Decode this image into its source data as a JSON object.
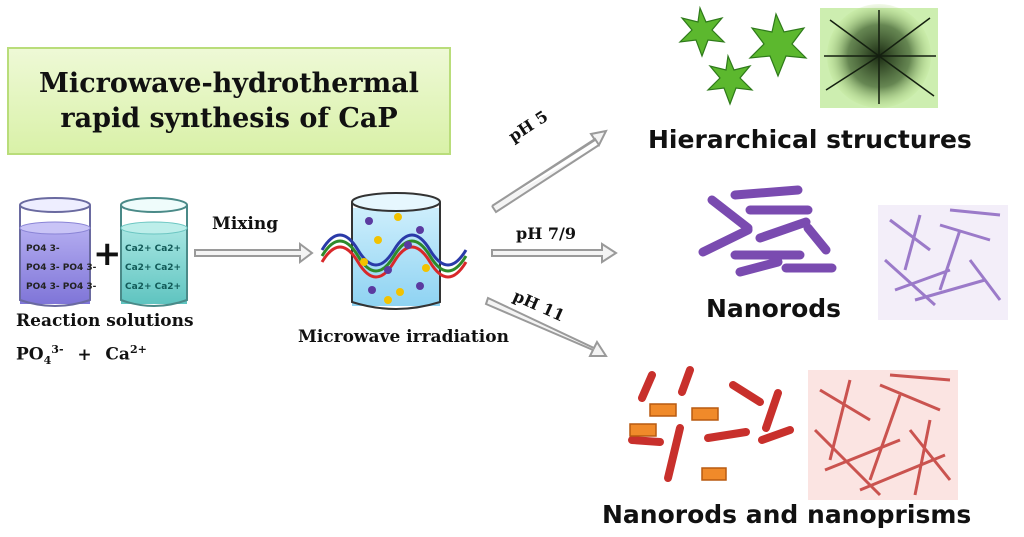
{
  "title": {
    "line1": "Microwave-hydrothermal",
    "line2": "rapid synthesis of CaP"
  },
  "beaker_po4": {
    "ions": [
      "PO4 3-",
      "PO4 3- PO4 3-",
      "PO4 3- PO4 3-"
    ]
  },
  "beaker_ca": {
    "ions": [
      "Ca2+ Ca2+",
      "Ca2+ Ca2+",
      "Ca2+ Ca2+"
    ]
  },
  "plus_sign": "+",
  "reaction_label": "Reaction solutions",
  "formula": {
    "po4": "PO",
    "po4_sub": "4",
    "po4_sup": "3-",
    "plus": "+",
    "ca": "Ca",
    "ca_sup": "2+"
  },
  "mixing_label": "Mixing",
  "microwave_label": "Microwave irradiation",
  "branches": [
    {
      "ph": "pH 5",
      "product": "Hierarchical structures"
    },
    {
      "ph": "pH 7/9",
      "product": "Nanorods"
    },
    {
      "ph": "pH 11",
      "product": "Nanorods and nanoprisms"
    }
  ],
  "colors": {
    "title_bg": "#d9f1a8",
    "liquid_po4": "#8f86e0",
    "liquid_ca": "#7fd3d0",
    "arrow": "#9a9a9a",
    "star": "#5cb82e",
    "rod_purple": "#7a4bb0",
    "rod_red": "#c8302c",
    "prism_orange": "#f08a2a"
  }
}
